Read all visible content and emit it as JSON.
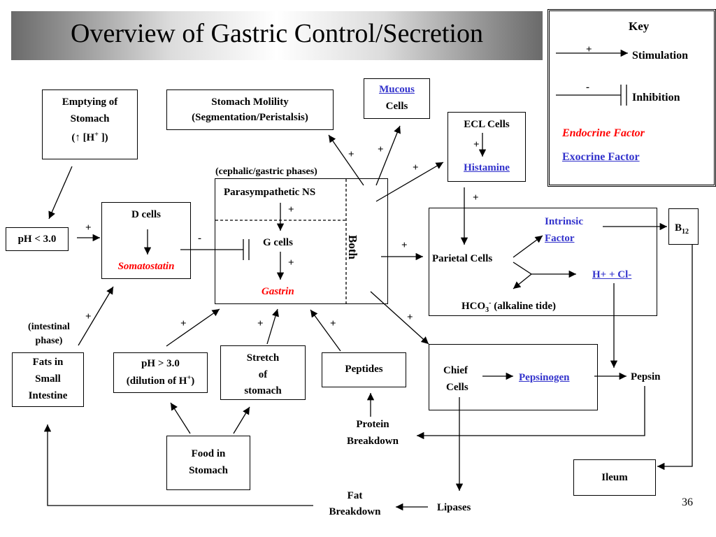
{
  "title": "Overview of Gastric Control/Secretion",
  "slide_number": "36",
  "key": {
    "heading": "Key",
    "stimulation_sign": "+",
    "stimulation_label": "Stimulation",
    "inhibition_sign": "-",
    "inhibition_label": "Inhibition",
    "endocrine_label": "Endocrine Factor",
    "exocrine_label": "Exocrine Factor"
  },
  "colors": {
    "endocrine": "#ff0000",
    "exocrine": "#3333cc"
  },
  "nodes": {
    "emptying": {
      "line1": "Emptying of",
      "line2": "Stomach",
      "line3_pre": "(",
      "arrow": "↑",
      "line3_mid": " [H",
      "sup": "+",
      "line3_post": " ])"
    },
    "motility": {
      "line1": "Stomach Molility",
      "line2": "(Segmentation/Peristalsis)"
    },
    "mucous": {
      "line1": "Mucous",
      "line2": "Cells"
    },
    "ecl": {
      "line1": "ECL Cells",
      "plus": "+",
      "histamine": "Histamine"
    },
    "ph_low": "pH < 3.0",
    "d_cells": {
      "line1": "D cells",
      "line2": "Somatostatin"
    },
    "central": {
      "phases": "(cephalic/gastric phases)",
      "parasympathetic": "Parasympathetic NS",
      "g_cells": "G cells",
      "gastrin": "Gastrin",
      "both": "Both"
    },
    "parietal_group": {
      "intrinsic_1": "Intrinsic",
      "intrinsic_2": "Factor",
      "parietal": "Parietal Cells",
      "h_cl": "H+ + Cl-",
      "hco3_pre": "HCO",
      "hco3_sub": "3",
      "hco3_sup": "-",
      "hco3_post": " (alkaline tide)"
    },
    "b12": {
      "main": "B",
      "sub": "12"
    },
    "intestinal_phase": {
      "line1": "(intestinal",
      "line2": "phase)"
    },
    "fats": {
      "line1": "Fats in",
      "line2": "Small",
      "line3": "Intestine"
    },
    "ph_high": {
      "line1": "pH > 3.0",
      "line2_pre": "(dilution of H",
      "sup": "+",
      "line2_post": ")"
    },
    "stretch": {
      "line1": "Stretch",
      "line2": "of",
      "line3": "stomach"
    },
    "peptides": "Peptides",
    "chief": {
      "line1": "Chief",
      "line2": "Cells",
      "pepsinogen": "Pepsinogen"
    },
    "pepsin": "Pepsin",
    "protein_breakdown": {
      "line1": "Protein",
      "line2": "Breakdown"
    },
    "food": {
      "line1": "Food in",
      "line2": "Stomach"
    },
    "ileum": "Ileum",
    "fat_breakdown": {
      "line1": "Fat",
      "line2": "Breakdown"
    },
    "lipases": "Lipases"
  },
  "edge_signs": {
    "plus": "+",
    "minus": "-"
  }
}
